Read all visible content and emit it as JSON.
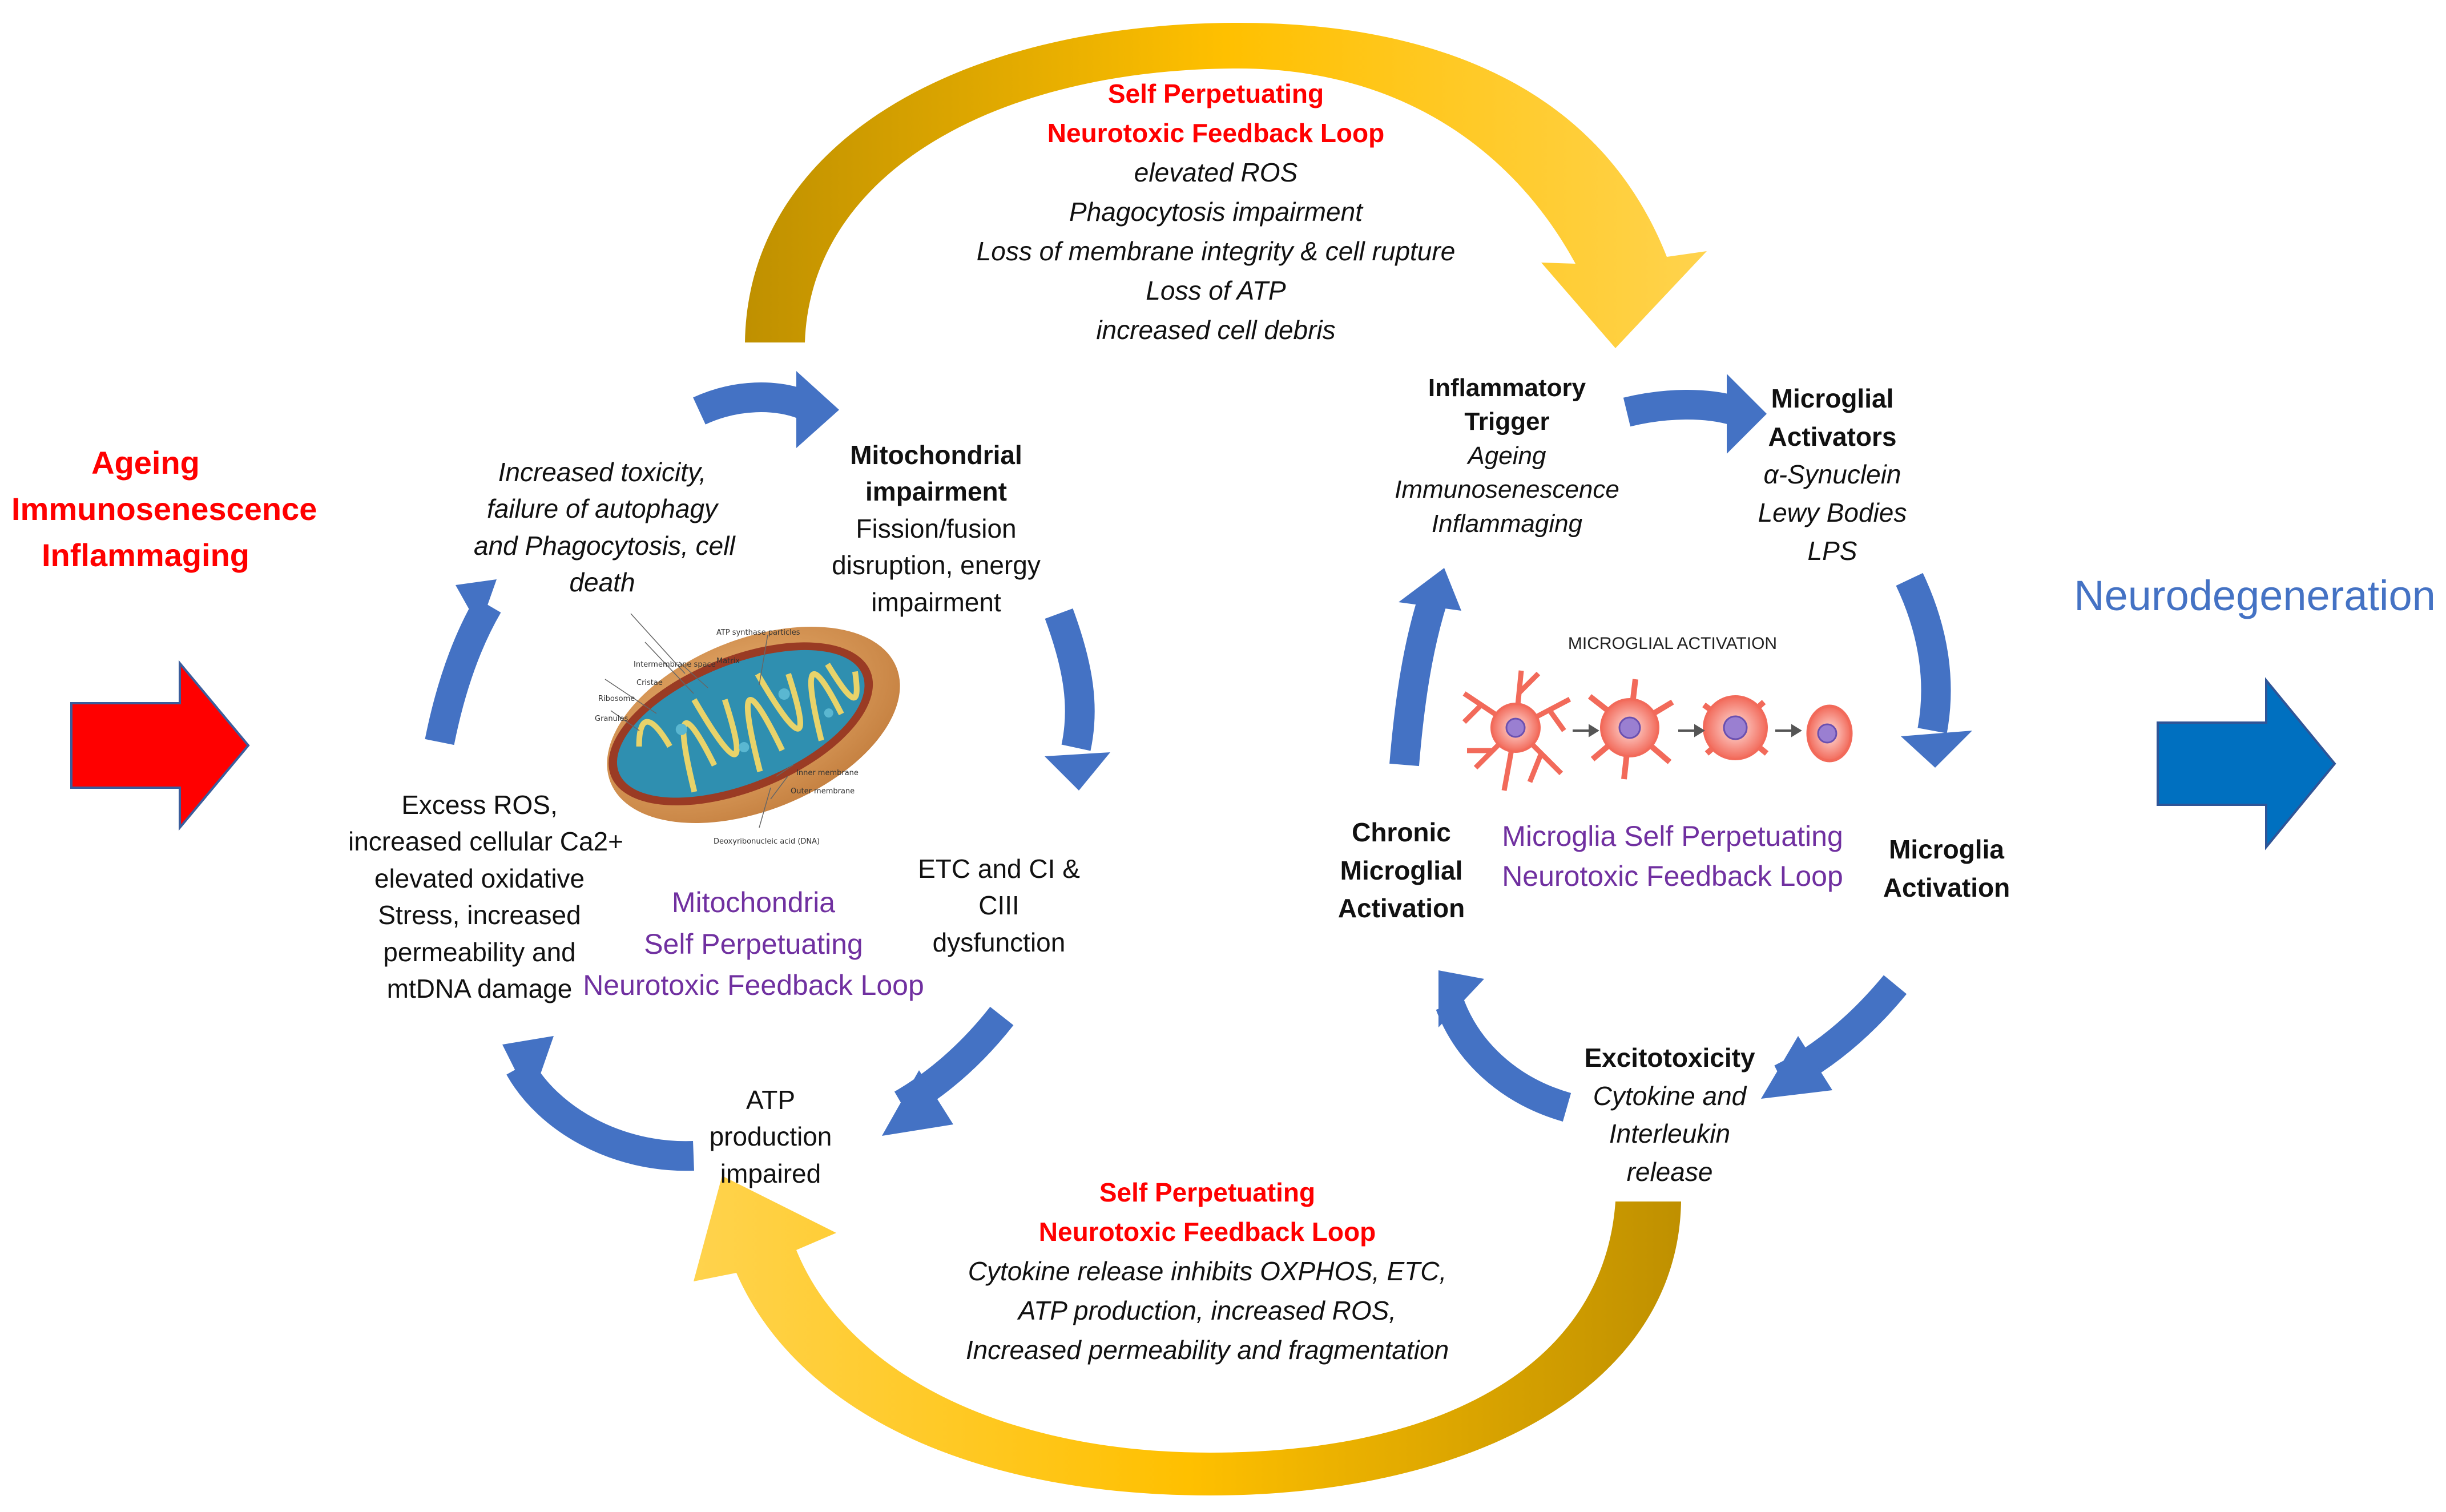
{
  "side_left": {
    "title": [
      "Ageing",
      "Immunosenescence",
      "Inflammaging"
    ],
    "color": "#ff0000"
  },
  "side_right": {
    "title": "Neurodegeneration",
    "color": "#0070c0"
  },
  "top_loop": {
    "title": [
      "Self Perpetuating",
      "Neurotoxic Feedback Loop"
    ],
    "items": [
      "elevated ROS",
      "Phagocytosis impairment",
      "Loss of membrane integrity & cell rupture",
      "Loss of ATP",
      "increased cell debris"
    ]
  },
  "bottom_loop": {
    "title": [
      "Self Perpetuating",
      "Neurotoxic Feedback Loop"
    ],
    "items": [
      "Cytokine release inhibits OXPHOS, ETC,",
      "ATP production, increased ROS,",
      "Increased permeability and fragmentation"
    ]
  },
  "mito_cycle": {
    "center": [
      "Mitochondria",
      "Self Perpetuating",
      "Neurotoxic Feedback Loop"
    ],
    "impairment": {
      "title": [
        "Mitochondrial",
        "impairment"
      ],
      "text": [
        "Fission/fusion",
        "disruption, energy",
        "impairment"
      ]
    },
    "etc": [
      "ETC and CI &",
      "CIII",
      "dysfunction"
    ],
    "atp": [
      "ATP",
      "production",
      "impaired"
    ],
    "ros": [
      "Excess ROS,",
      "increased cellular Ca2+",
      "elevated oxidative",
      "Stress, increased",
      "permeability and",
      "mtDNA damage"
    ],
    "toxicity": [
      "Increased toxicity,",
      "failure of autophagy",
      "and Phagocytosis, cell",
      "death"
    ],
    "image_labels": [
      "ATP synthase particles",
      "Intermembrane space",
      "Matrix",
      "Cristae",
      "Ribosome",
      "Granules",
      "Inner membrane",
      "Outer membrane",
      "Deoxyribonucleic acid (DNA)"
    ]
  },
  "microglia_cycle": {
    "center": [
      "Microglia Self Perpetuating",
      "Neurotoxic Feedback Loop"
    ],
    "activation_label": "MICROGLIAL ACTIVATION",
    "trigger": {
      "title": [
        "Inflammatory",
        "Trigger"
      ],
      "items": [
        "Ageing",
        "Immunosenescence",
        "Inflammaging"
      ]
    },
    "activators": {
      "title": [
        "Microglial",
        "Activators"
      ],
      "items": [
        "α-Synuclein",
        "Lewy Bodies",
        "LPS"
      ]
    },
    "activation": [
      "Microglia",
      "Activation"
    ],
    "excitotoxicity": {
      "title": "Excitotoxicity",
      "items": [
        "Cytokine and",
        "Interleukin",
        "release"
      ]
    },
    "chronic": [
      "Chronic",
      "Microglial",
      "Activation"
    ]
  },
  "colors": {
    "cycle_arrow": "#4472c4",
    "loop_arrow_light": "#ffc000",
    "loop_arrow_dark": "#c09100",
    "left_arrow": "#ff0000",
    "right_arrow": "#0070c0"
  }
}
